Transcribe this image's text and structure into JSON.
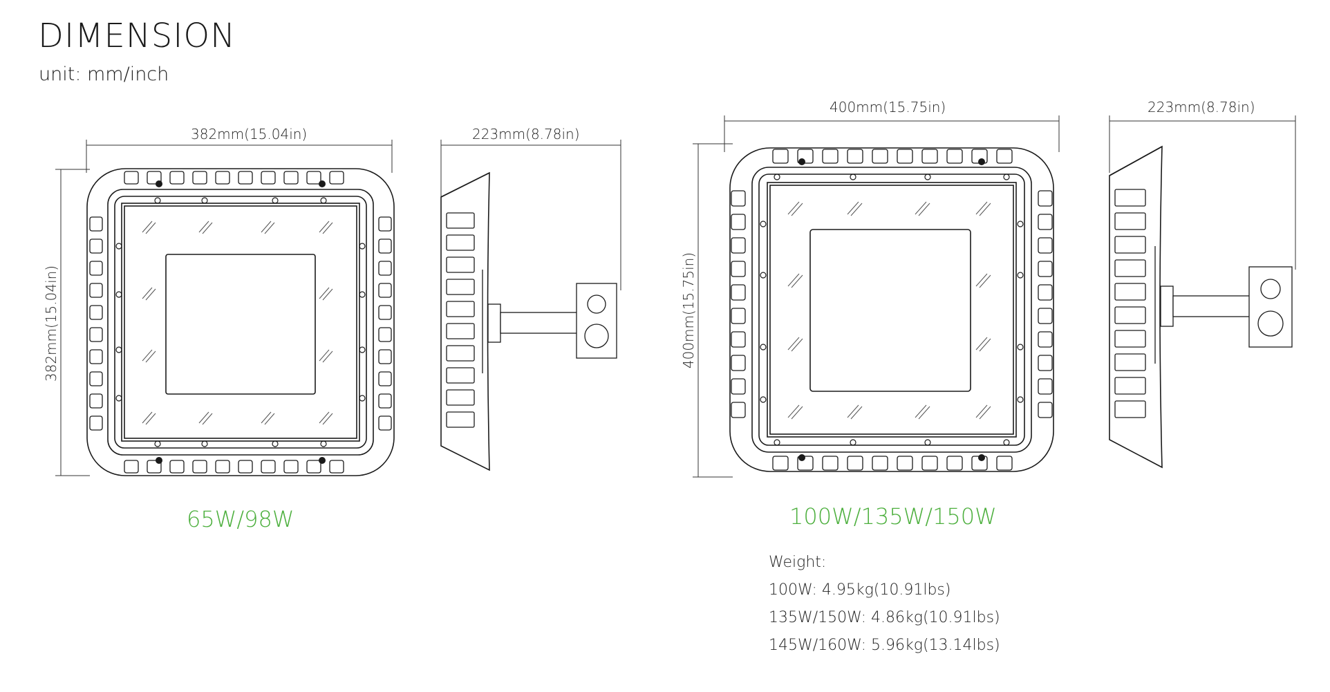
{
  "header": {
    "title": "DIMENSION",
    "unit": "unit: mm/inch"
  },
  "models": [
    {
      "front_width": "382mm(15.04in)",
      "front_height": "382mm(15.04in)",
      "side_depth": "223mm(8.78in)",
      "wattage": "65W/98W"
    },
    {
      "front_width": "400mm(15.75in)",
      "front_height": "400mm(15.75in)",
      "side_depth": "223mm(8.78in)",
      "wattage": "100W/135W/150W"
    }
  ],
  "weight": {
    "label": "Weight:",
    "lines": [
      "100W: 4.95kg(10.91lbs)",
      "135W/150W: 4.86kg(10.91lbs)",
      "145W/160W: 5.96kg(13.14lbs)"
    ]
  },
  "colors": {
    "accent": "#4caf3d",
    "line": "#1a1a1a"
  }
}
